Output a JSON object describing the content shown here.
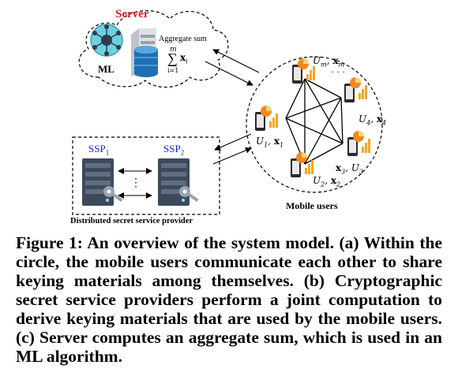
{
  "server": {
    "title": "Server",
    "aggregate_label": "Aggregate sum",
    "sum_upper": "m",
    "sum_lower": "i=1",
    "sum_term": "x",
    "sum_term_sub": "i",
    "ml_label": "ML"
  },
  "ssp": {
    "ssp1_base": "SSP",
    "ssp1_sub": "1",
    "ssp2_base": "SSP",
    "ssp2_sub": "2",
    "caption": "Distributed secret service provider"
  },
  "mobile": {
    "caption": "Mobile users",
    "dots": "· · ·",
    "users": [
      {
        "U": "U",
        "u_sub": "m",
        "x_sub": "m"
      },
      {
        "U": "U",
        "u_sub": "4",
        "x_sub": "4"
      },
      {
        "U": "U",
        "u_sub": "1",
        "x_sub": "1"
      },
      {
        "U": "U",
        "u_sub": "2",
        "x_sub": "2"
      },
      {
        "U": "U",
        "u_sub": "3",
        "x_sub": "3"
      }
    ]
  },
  "figure_caption": "Figure 1: An overview of the system model. (a) Within the circle, the mobile users communicate each other to share keying materials among themselves. (b) Cryptographic secret service providers perform a joint computation to derive keying materials that are used by the mobile users. (c) Server computes an aggregate sum, which is used in an ML algorithm.",
  "colors": {
    "server_red": "#d62020",
    "ssp_blue": "#1a1ae6",
    "phone_orange": "#f28a1a",
    "bar_orange": "#f5a623",
    "server_dark": "#3d4a5a",
    "database_blue": "#1f6fb5"
  }
}
